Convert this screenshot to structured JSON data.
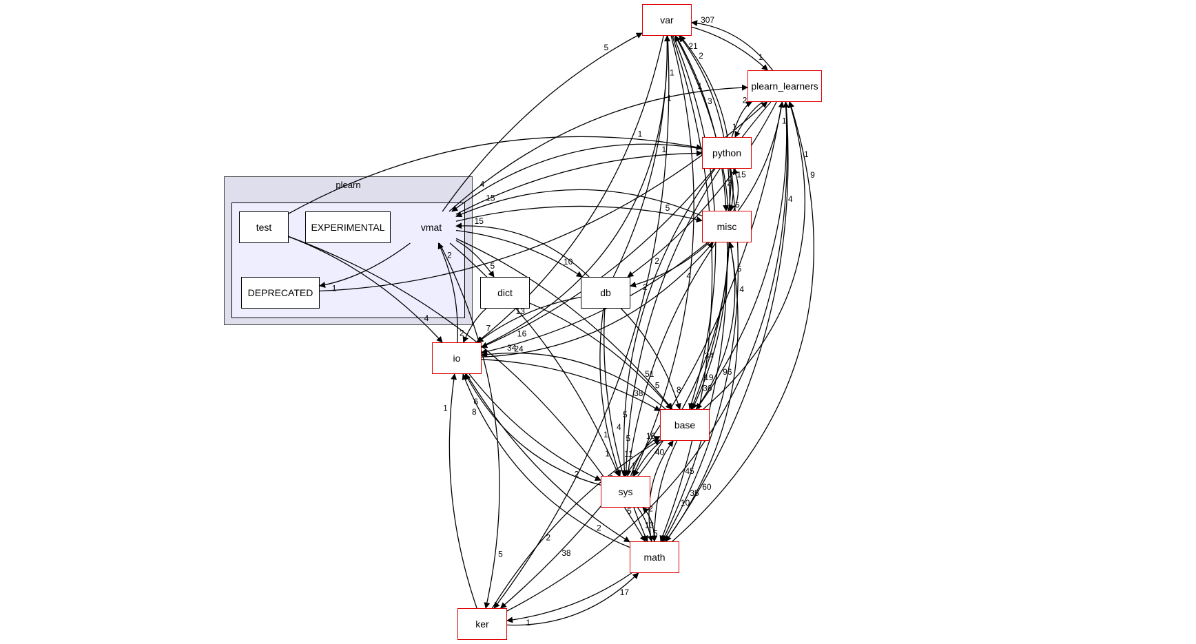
{
  "graph": {
    "clusters": [
      {
        "id": "plearn",
        "label": "plearn"
      }
    ],
    "nodes": [
      {
        "id": "var",
        "label": "var",
        "kind": "external"
      },
      {
        "id": "pleal",
        "label": "plearn_learners",
        "kind": "external"
      },
      {
        "id": "python",
        "label": "python",
        "kind": "external"
      },
      {
        "id": "misc",
        "label": "misc",
        "kind": "external"
      },
      {
        "id": "io",
        "label": "io",
        "kind": "external"
      },
      {
        "id": "base",
        "label": "base",
        "kind": "external"
      },
      {
        "id": "sys",
        "label": "sys",
        "kind": "external"
      },
      {
        "id": "math",
        "label": "math",
        "kind": "external"
      },
      {
        "id": "ker",
        "label": "ker",
        "kind": "external"
      },
      {
        "id": "db",
        "label": "db",
        "kind": "internal"
      },
      {
        "id": "dict",
        "label": "dict",
        "kind": "internal"
      },
      {
        "id": "test",
        "label": "test",
        "kind": "internal"
      },
      {
        "id": "exp",
        "label": "EXPERIMENTAL",
        "kind": "internal"
      },
      {
        "id": "dep",
        "label": "DEPRECATED",
        "kind": "internal"
      },
      {
        "id": "vmat",
        "label": "vmat",
        "kind": "current"
      }
    ],
    "edges": [
      {
        "from": "vmat",
        "to": "var",
        "label": "5"
      },
      {
        "from": "vmat",
        "to": "pleal",
        "label": "1"
      },
      {
        "from": "vmat",
        "to": "python",
        "label": "1"
      },
      {
        "from": "vmat",
        "to": "misc",
        "label": "5"
      },
      {
        "from": "vmat",
        "to": "db",
        "label": "10"
      },
      {
        "from": "vmat",
        "to": "dict",
        "label": "5"
      },
      {
        "from": "vmat",
        "to": "dep",
        "label": "1"
      },
      {
        "from": "vmat",
        "to": "base",
        "label": "51"
      },
      {
        "from": "vmat",
        "to": "sys",
        "label": "1"
      },
      {
        "from": "vmat",
        "to": "ker",
        "label": "5"
      },
      {
        "from": "test",
        "to": "io",
        "label": "4"
      },
      {
        "from": "test",
        "to": "math",
        "label": "9"
      },
      {
        "from": "test",
        "to": "python",
        "label": "1"
      },
      {
        "from": "dep",
        "to": "pleal",
        "label": "1"
      },
      {
        "from": "dict",
        "to": "io",
        "label": "2"
      },
      {
        "from": "dict",
        "to": "base",
        "label": "5"
      },
      {
        "from": "db",
        "to": "var",
        "label": "1"
      },
      {
        "from": "db",
        "to": "io",
        "label": "7"
      },
      {
        "from": "db",
        "to": "base",
        "label": "8"
      },
      {
        "from": "db",
        "to": "sys",
        "label": "1"
      },
      {
        "from": "db",
        "to": "math",
        "label": "5"
      },
      {
        "from": "db",
        "to": "vmat",
        "label": "15"
      },
      {
        "from": "var",
        "to": "pleal",
        "label": "1"
      },
      {
        "from": "var",
        "to": "misc",
        "label": "2"
      },
      {
        "from": "var",
        "to": "base",
        "label": "34"
      },
      {
        "from": "var",
        "to": "math",
        "label": "45"
      },
      {
        "from": "var",
        "to": "io",
        "label": "13"
      },
      {
        "from": "var",
        "to": "ker",
        "label": "2"
      },
      {
        "from": "var",
        "to": "sys",
        "label": "2"
      },
      {
        "from": "pleal",
        "to": "var",
        "label": "307"
      },
      {
        "from": "pleal",
        "to": "python",
        "label": "1"
      },
      {
        "from": "pleal",
        "to": "db",
        "label": "2"
      },
      {
        "from": "pleal",
        "to": "base",
        "label": "96"
      },
      {
        "from": "pleal",
        "to": "math",
        "label": "60"
      },
      {
        "from": "pleal",
        "to": "sys",
        "label": "5"
      },
      {
        "from": "pleal",
        "to": "ker",
        "label": "38"
      },
      {
        "from": "python",
        "to": "var",
        "label": "21"
      },
      {
        "from": "python",
        "to": "pleal",
        "label": "2"
      },
      {
        "from": "python",
        "to": "misc",
        "label": "5"
      },
      {
        "from": "python",
        "to": "base",
        "label": "19"
      },
      {
        "from": "python",
        "to": "math",
        "label": "35"
      },
      {
        "from": "python",
        "to": "sys",
        "label": "4"
      },
      {
        "from": "python",
        "to": "io",
        "label": "16"
      },
      {
        "from": "python",
        "to": "vmat",
        "label": "4"
      },
      {
        "from": "misc",
        "to": "pleal",
        "label": "1"
      },
      {
        "from": "misc",
        "to": "vmat",
        "label": "15"
      },
      {
        "from": "misc",
        "to": "db",
        "label": "2"
      },
      {
        "from": "misc",
        "to": "io",
        "label": "24"
      },
      {
        "from": "misc",
        "to": "base",
        "label": "36"
      },
      {
        "from": "misc",
        "to": "sys",
        "label": "5"
      },
      {
        "from": "misc",
        "to": "math",
        "label": "10"
      },
      {
        "from": "misc",
        "to": "var",
        "label": "2"
      },
      {
        "from": "misc",
        "to": "python",
        "label": "15"
      },
      {
        "from": "io",
        "to": "vmat",
        "label": "2"
      },
      {
        "from": "io",
        "to": "misc",
        "label": "4"
      },
      {
        "from": "io",
        "to": "base",
        "label": "38"
      },
      {
        "from": "io",
        "to": "sys",
        "label": "2"
      },
      {
        "from": "io",
        "to": "math",
        "label": "2"
      },
      {
        "from": "io",
        "to": "var",
        "label": "1"
      },
      {
        "from": "base",
        "to": "io",
        "label": "34"
      },
      {
        "from": "base",
        "to": "misc",
        "label": "5"
      },
      {
        "from": "base",
        "to": "sys",
        "label": "1"
      },
      {
        "from": "base",
        "to": "math",
        "label": "13"
      },
      {
        "from": "base",
        "to": "pleal",
        "label": "1"
      },
      {
        "from": "sys",
        "to": "io",
        "label": "6"
      },
      {
        "from": "sys",
        "to": "base",
        "label": "16"
      },
      {
        "from": "sys",
        "to": "math",
        "label": "5"
      },
      {
        "from": "math",
        "to": "io",
        "label": "8"
      },
      {
        "from": "math",
        "to": "base",
        "label": "40"
      },
      {
        "from": "math",
        "to": "sys",
        "label": "2"
      },
      {
        "from": "math",
        "to": "misc",
        "label": "4"
      },
      {
        "from": "math",
        "to": "ker",
        "label": "1"
      },
      {
        "from": "math",
        "to": "pleal",
        "label": "9"
      },
      {
        "from": "ker",
        "to": "io",
        "label": "1"
      },
      {
        "from": "ker",
        "to": "math",
        "label": "17"
      },
      {
        "from": "ker",
        "to": "base",
        "label": "11"
      },
      {
        "from": "ker",
        "to": "pleal",
        "label": "4"
      },
      {
        "from": "sys",
        "to": "var",
        "label": "3"
      }
    ]
  }
}
